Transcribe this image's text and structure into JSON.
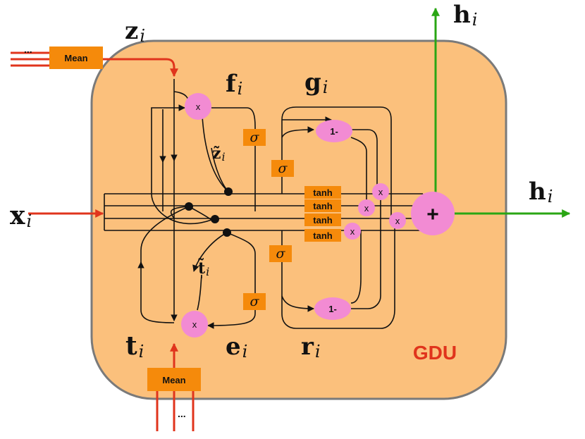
{
  "labels": {
    "z": "z",
    "f": "f",
    "g": "g",
    "h_top": "h",
    "h_right": "h",
    "x": "x",
    "t": "t",
    "e": "e",
    "r": "r",
    "sub_i": "i",
    "z_tilde": "z̃",
    "t_tilde": "t̃"
  },
  "unit_title": "GDU",
  "mean_top": "Mean",
  "mean_bottom": "Mean",
  "ellipsis": "...",
  "sigma": "σ",
  "tanh": "tanh",
  "one_minus": "1-",
  "mul": "x",
  "plus": "+",
  "colors": {
    "unit_fill": "#fbc07c",
    "unit_border": "#7a7a7a",
    "orange_box": "#f58a0b",
    "pink_op": "#f28bd3",
    "input_arrow": "#e0341c",
    "output_arrow": "#2aa614"
  }
}
